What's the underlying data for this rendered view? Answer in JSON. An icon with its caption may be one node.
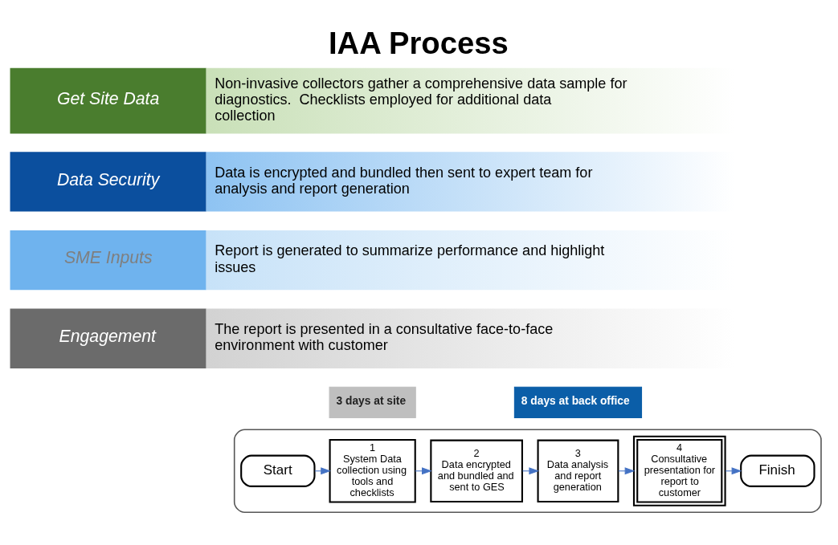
{
  "diagram": {
    "title": "IAA Process",
    "nodes": [
      {
        "text": [
          "Get Site Data",
          "Non-invasive collectors gather a comprehensive data sample for diagnostics.  Checklists employed for additional data collection"
        ]
      },
      {
        "text": [
          "Data Security",
          "Data is encrypted and bundled then sent to expert team for analysis and report generation"
        ]
      },
      {
        "text": [
          "SME Inputs",
          "Report is generated to summarize performance and highlight issues"
        ]
      },
      {
        "text": [
          "Engagement",
          "The report is presented in a consultative face-to-face environment with customer"
        ]
      },
      {
        "text": [],
        "shape": "box"
      },
      {
        "text": [
          "Start"
        ],
        "in": 4
      },
      {
        "text": [
          "1",
          "System Data collection using tools and checklists"
        ],
        "in": 4
      },
      {
        "text": [
          "2",
          "Data encrypted and bundled and sent to GES"
        ],
        "in": 4
      },
      {
        "text": [
          "3",
          "Data analysis and report generation"
        ],
        "in": 4
      },
      {
        "text": [
          "4",
          "Consultative presentation for report to customer"
        ],
        "in": 4
      },
      {
        "text": [
          "Finish"
        ],
        "in": 4
      }
    ],
    "edges": [
      {
        "from": 5,
        "to": 6,
        "arrow": "to"
      },
      {
        "from": 6,
        "to": 7,
        "arrow": "to"
      },
      {
        "from": 7,
        "to": 8,
        "arrow": "to"
      },
      {
        "from": 8,
        "to": 9,
        "arrow": "to"
      },
      {
        "from": 9,
        "to": 10,
        "arrow": "to"
      }
    ],
    "labels": [
      "3 days at site",
      "8 days at back office"
    ]
  }
}
